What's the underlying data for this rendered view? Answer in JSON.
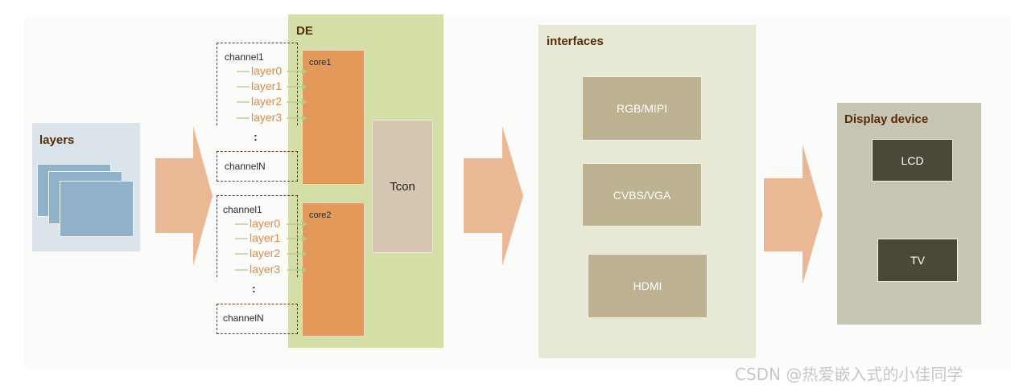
{
  "layers_panel": {
    "title": "layers"
  },
  "de": {
    "title": "DE",
    "cores": [
      {
        "label": "core1",
        "channel_top": "channel1",
        "layers": [
          "layer0",
          "layer1",
          "layer2",
          "layer3"
        ],
        "ellipsis": ":",
        "channel_bottom": "channelN"
      },
      {
        "label": "core2",
        "channel_top": "channel1",
        "layers": [
          "layer0",
          "layer1",
          "layer2",
          "layer3"
        ],
        "ellipsis": ":",
        "channel_bottom": "channelN"
      }
    ],
    "tcon": "Tcon"
  },
  "interfaces": {
    "title": "interfaces",
    "items": [
      "RGB/MIPI",
      "CVBS/VGA",
      "HDMI"
    ]
  },
  "display": {
    "title": "Display device",
    "items": [
      "LCD",
      "TV"
    ]
  },
  "watermark": "CSDN @热爱嵌入式的小佳同学",
  "colors": {
    "layers_bg": "#dbe4ea",
    "layer_card": "#8fb1c9",
    "de_bg": "#d3dfa6",
    "core_fill": "#e3995a",
    "tcon_fill": "#d4c6b0",
    "interfaces_bg": "#e7e8d6",
    "interface_item": "#bcb291",
    "display_bg": "#c7c6b4",
    "display_item": "#4a4836",
    "arrow": "#ebb896",
    "title_text": "#5a2a06"
  }
}
